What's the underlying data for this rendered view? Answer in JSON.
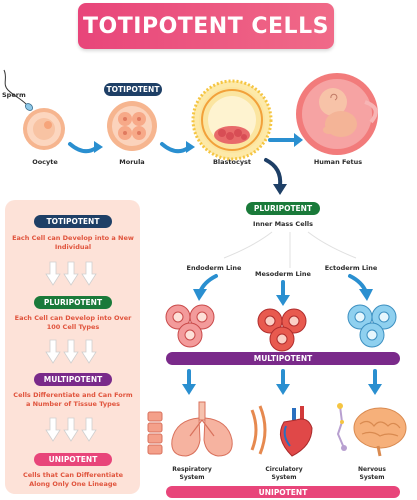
{
  "title": "TOTIPOTENT CELLS",
  "top_row": {
    "badge": "TOTIPOTENT",
    "sperm_label": "Sperm",
    "stages": [
      "Oocyte",
      "Morula",
      "Blastocyst",
      "Human Fetus"
    ]
  },
  "left_panel": {
    "sections": [
      {
        "badge": "TOTIPOTENT",
        "text": "Each Cell can Develop into a New Individual",
        "color": "#1e3f66"
      },
      {
        "badge": "PLURIPOTENT",
        "text": "Each Cell can Develop into Over 100 Cell Types",
        "color": "#1a7a3a"
      },
      {
        "badge": "MULTIPOTENT",
        "text": "Cells Differentiate and Can Form a Number of Tissue Types",
        "color": "#7a2a8a"
      },
      {
        "badge": "UNIPOTENT",
        "text": "Cells that Can Differentiate Along Only One Lineage",
        "color": "#e8457a"
      }
    ]
  },
  "right_side": {
    "pluripotent_badge": "PLURIPOTENT",
    "inner_mass": "Inner Mass Cells",
    "lines": [
      "Endoderm Line",
      "Mesoderm Line",
      "Ectoderm Line"
    ],
    "multipotent_bar": "MULTIPOTENT",
    "systems": [
      "Respiratory System",
      "Circulatory System",
      "Nervous System"
    ],
    "unipotent_bar": "UNIPOTENT"
  },
  "colors": {
    "title": "#e8457a",
    "totipotent": "#1e3f66",
    "pluripotent": "#1a7a3a",
    "multipotent": "#7a2a8a",
    "unipotent": "#e8457a",
    "arrow": "#2a8fd0",
    "panel": "#fde2d8"
  }
}
